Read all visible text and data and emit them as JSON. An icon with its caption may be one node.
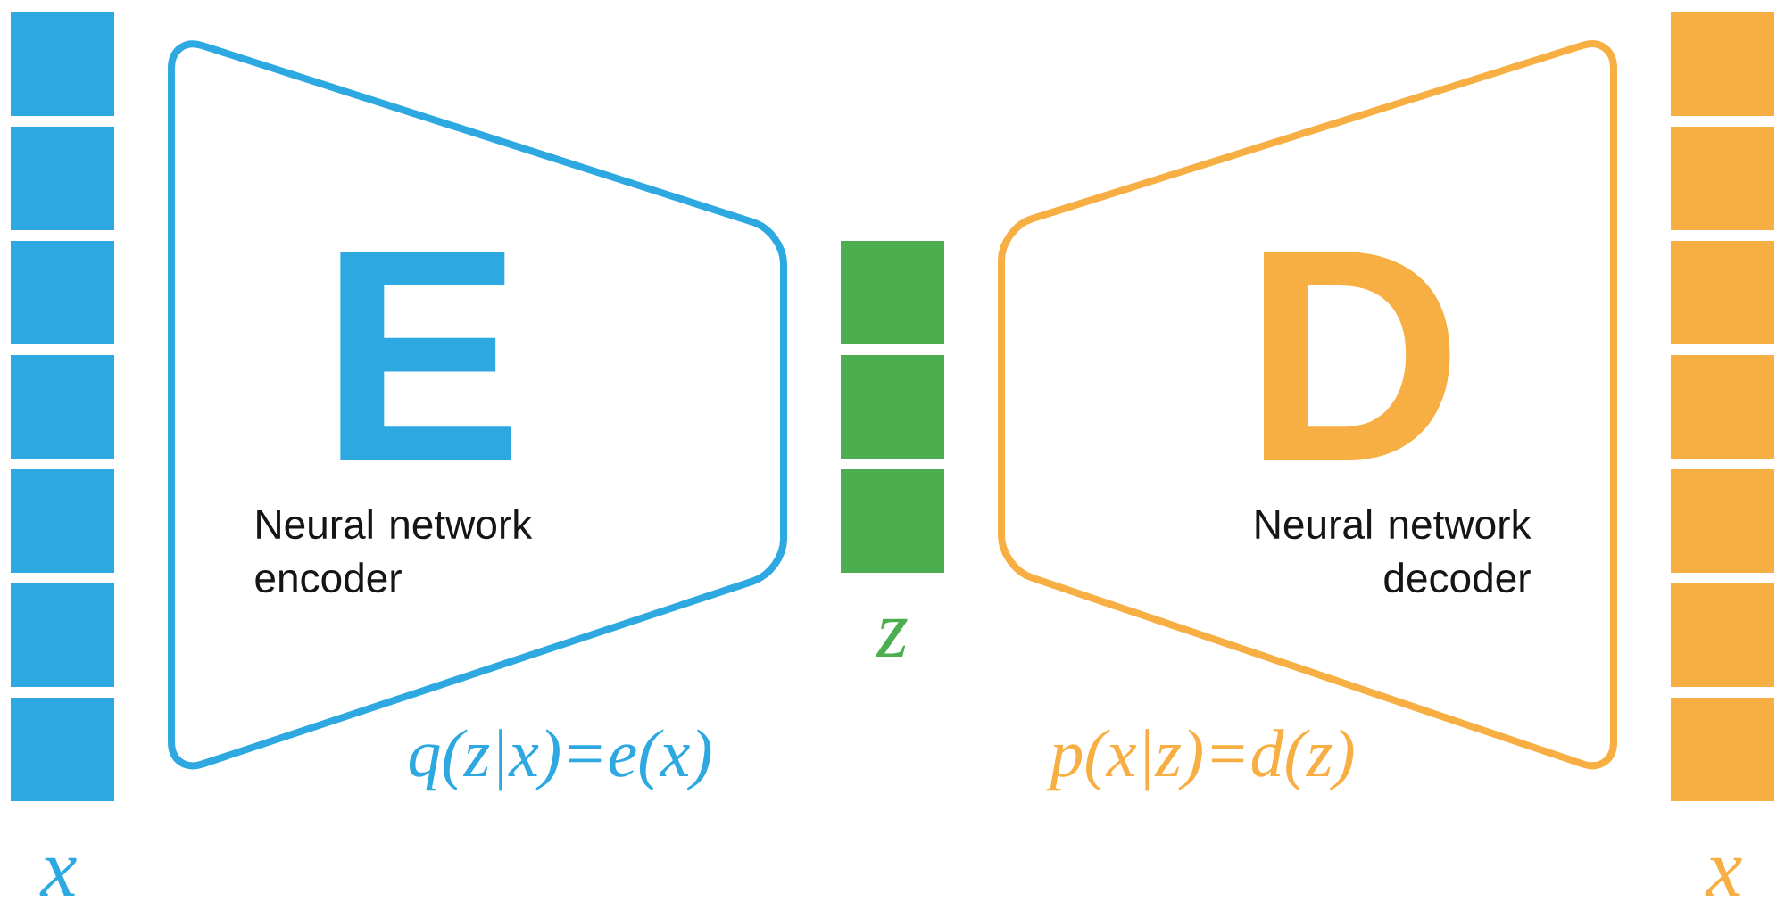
{
  "diagram": {
    "nodes": [
      {
        "text": [],
        "shape": "box"
      },
      {
        "text": [],
        "shape": "box"
      },
      {
        "text": [],
        "shape": "box"
      },
      {
        "text": [],
        "shape": "box"
      },
      {
        "text": [],
        "shape": "box"
      },
      {
        "text": [],
        "shape": "box"
      },
      {
        "text": [],
        "shape": "box"
      },
      {
        "text": [
          "E",
          "Neural network encoder"
        ],
        "beside": [
          "q(z|x)=e(x)"
        ]
      },
      {
        "text": [],
        "shape": "box"
      },
      {
        "text": [],
        "shape": "box"
      },
      {
        "text": [],
        "shape": "box"
      },
      {
        "text": [
          "D",
          "Neural network decoder"
        ],
        "beside": [
          "p(x|z)=d(z)"
        ]
      },
      {
        "text": [],
        "shape": "box"
      },
      {
        "text": [],
        "shape": "box"
      },
      {
        "text": [],
        "shape": "box"
      },
      {
        "text": [],
        "shape": "box"
      },
      {
        "text": [],
        "shape": "box"
      },
      {
        "text": [],
        "shape": "box"
      },
      {
        "text": [],
        "shape": "box"
      }
    ],
    "labels": [
      "z",
      "x",
      "x"
    ]
  }
}
